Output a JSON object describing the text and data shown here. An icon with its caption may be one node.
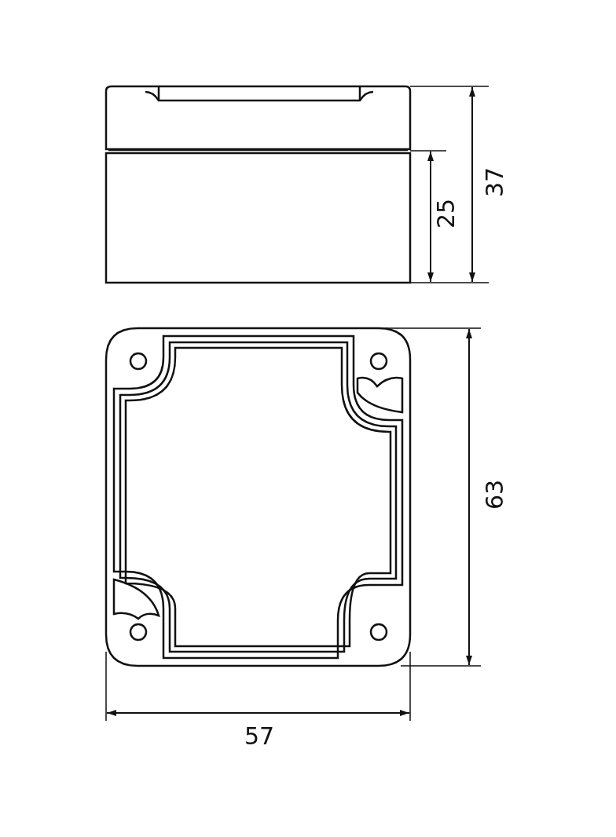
{
  "diagram": {
    "labels": [
      "37",
      "25",
      "63",
      "57"
    ]
  }
}
